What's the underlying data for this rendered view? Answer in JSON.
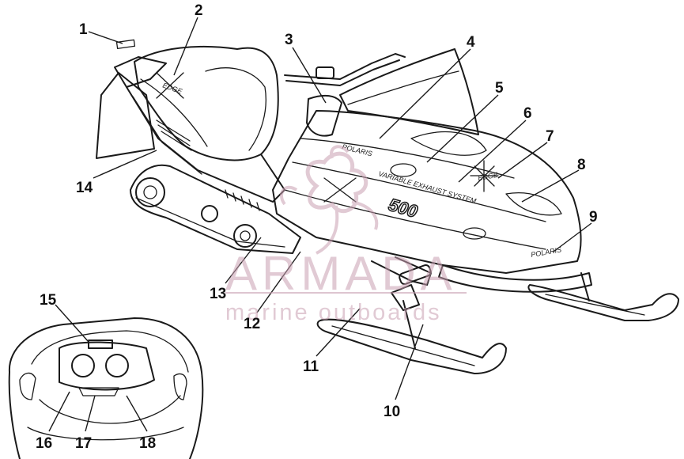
{
  "callouts": [
    "1",
    "2",
    "3",
    "4",
    "5",
    "6",
    "7",
    "8",
    "9",
    "10",
    "11",
    "12",
    "13",
    "14",
    "15",
    "16",
    "17",
    "18"
  ],
  "watermark": {
    "title": "ARMADA",
    "subtitle": "marine outboards"
  },
  "decals": {
    "brand": "POLARIS",
    "model": "500",
    "system_text": "VARIABLE EXHAUST SYSTEM",
    "edge_text": "EDGE"
  },
  "colors": {
    "ink": "#1a1a1a",
    "watermark": "#c9a0b2",
    "background": "#ffffff"
  }
}
